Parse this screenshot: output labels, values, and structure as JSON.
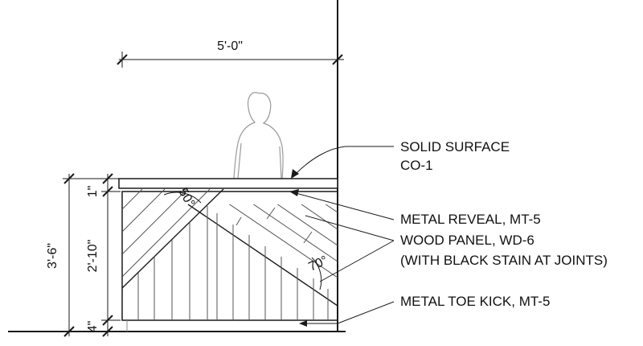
{
  "dimensions": {
    "width": "5'-0\"",
    "height_total": "3'-6\"",
    "top": "1\"",
    "panel": "2'-10\"",
    "toe_kick": "4\"",
    "angle_left": "50°",
    "angle_right": "70°"
  },
  "notes": {
    "solid_surface_line1": "SOLID SURFACE",
    "solid_surface_line2": "CO-1",
    "metal_reveal": "METAL REVEAL, MT-5",
    "wood_panel_line1": "WOOD PANEL, WD-6",
    "wood_panel_line2": "(WITH BLACK STAIN AT JOINTS)",
    "toe_kick": "METAL TOE KICK, MT-5"
  },
  "colors": {
    "line": "#1a1a1a",
    "light_line": "#8a8a8a"
  }
}
